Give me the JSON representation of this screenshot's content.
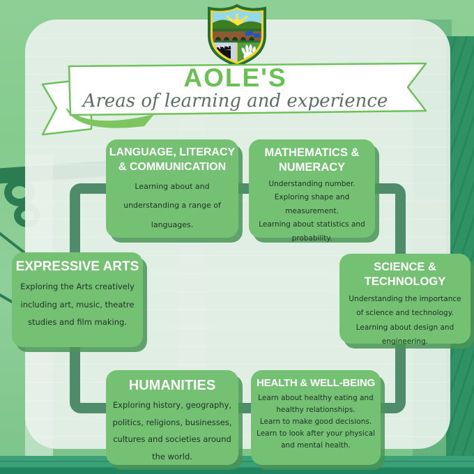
{
  "poster": {
    "banner": {
      "title": "AOLE'S",
      "subtitle": "Areas of learning and experience"
    },
    "crest": {
      "name": "school-crest"
    },
    "aoles": [
      {
        "title": "LANGUAGE, LITERACY\n& COMMUNICATION",
        "lines": [
          "Learning about and understanding a range of languages."
        ]
      },
      {
        "title": "MATHEMATICS &\nNUMERACY",
        "lines": [
          "Understanding number.",
          "Exploring shape and measurement.",
          "Learning about statistics and probability."
        ]
      },
      {
        "title": "EXPRESSIVE ARTS",
        "lines": [
          "Exploring the Arts creatively including art, music, theatre studies and film making."
        ]
      },
      {
        "title": "SCIENCE &\nTECHNOLOGY",
        "lines": [
          "Understanding the importance of science and technology.",
          "Learning about design and engineering."
        ]
      },
      {
        "title": "HUMANITIES",
        "lines": [
          "Exploring history, geography, politics, religions, businesses, cultures and societies around the world."
        ]
      },
      {
        "title": "HEALTH & WELL-BEING",
        "lines": [
          "Learn about healthy eating and healthy relationships.",
          "Learn to make good decisions.",
          "Learn to look after your physical and mental health."
        ]
      }
    ],
    "colors": {
      "accent_green": "#68c151",
      "box_green": "#75c173",
      "box_shadow_green": "#4f9a5c",
      "frame_green": "#4f8c6b",
      "banner_border_green": "#6cc158",
      "subtitle_gray": "#5c6f63",
      "card_mint": "#eaf2ec",
      "heading_white": "#ffffff",
      "body_text": "#1d3326",
      "wood_teal": "#2f9164"
    }
  }
}
